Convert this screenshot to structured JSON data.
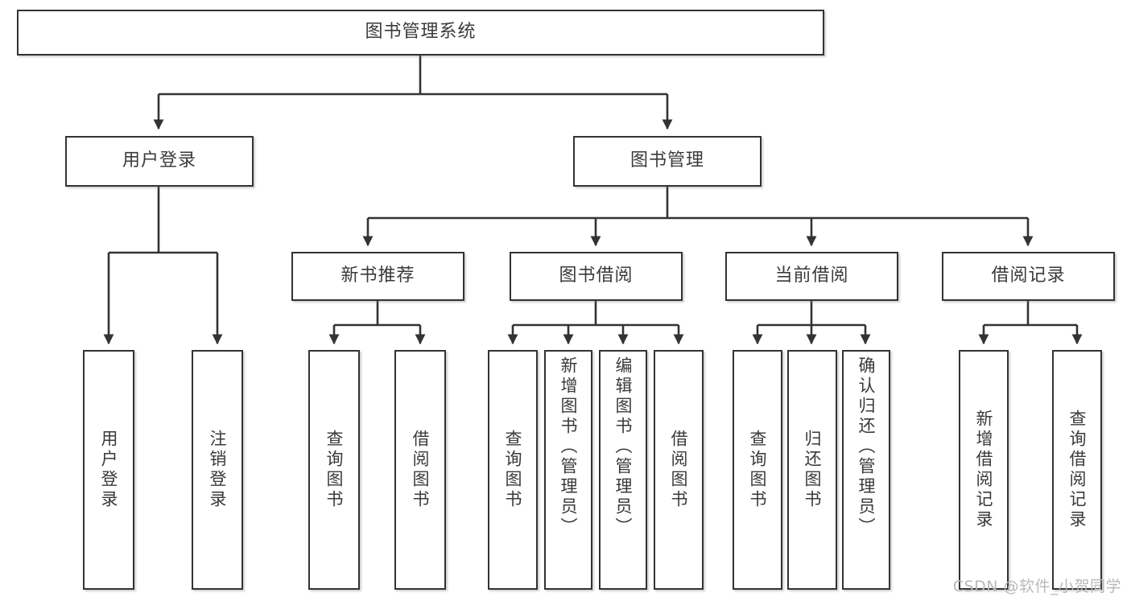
{
  "diagram": {
    "type": "tree",
    "title": "图书管理系统",
    "watermark": "CSDN @软件_小贺同学",
    "colors": {
      "box_border": "#333333",
      "box_fill": "#ffffff",
      "connector": "#333333",
      "text": "#3a3a3a",
      "watermark": "#b9b9b9",
      "background": "#ffffff"
    },
    "nodes": {
      "root": {
        "label": "图书管理系统",
        "level": 0
      },
      "user_login": {
        "label": "用户登录",
        "level": 1
      },
      "book_manage": {
        "label": "图书管理",
        "level": 1
      },
      "new_book_rec": {
        "label": "新书推荐",
        "level": 2
      },
      "book_borrow": {
        "label": "图书借阅",
        "level": 2
      },
      "current_borrow": {
        "label": "当前借阅",
        "level": 2
      },
      "borrow_record": {
        "label": "借阅记录",
        "level": 2
      },
      "leaf_user_login": {
        "label": "用户登录",
        "level": 3
      },
      "leaf_logout": {
        "label": "注销登录",
        "level": 3
      },
      "leaf_query_book_1": {
        "label": "查询图书",
        "level": 3
      },
      "leaf_borrow_book_1": {
        "label": "借阅图书",
        "level": 3
      },
      "leaf_query_book_2": {
        "label": "查询图书",
        "level": 3
      },
      "leaf_add_book": {
        "label": "新增图书（管理员）",
        "level": 3
      },
      "leaf_edit_book": {
        "label": "编辑图书（管理员）",
        "level": 3
      },
      "leaf_borrow_book_2": {
        "label": "借阅图书",
        "level": 3
      },
      "leaf_query_book_3": {
        "label": "查询图书",
        "level": 3
      },
      "leaf_return_book": {
        "label": "归还图书",
        "level": 3
      },
      "leaf_confirm_return": {
        "label": "确认归还（管理员）",
        "level": 3
      },
      "leaf_add_record": {
        "label": "新增借阅记录",
        "level": 3
      },
      "leaf_query_record": {
        "label": "查询借阅记录",
        "level": 3
      }
    },
    "edges": [
      {
        "from": "root",
        "to": "user_login"
      },
      {
        "from": "root",
        "to": "book_manage"
      },
      {
        "from": "user_login",
        "to": "leaf_user_login"
      },
      {
        "from": "user_login",
        "to": "leaf_logout"
      },
      {
        "from": "book_manage",
        "to": "new_book_rec"
      },
      {
        "from": "book_manage",
        "to": "book_borrow"
      },
      {
        "from": "book_manage",
        "to": "current_borrow"
      },
      {
        "from": "book_manage",
        "to": "borrow_record"
      },
      {
        "from": "new_book_rec",
        "to": "leaf_query_book_1"
      },
      {
        "from": "new_book_rec",
        "to": "leaf_borrow_book_1"
      },
      {
        "from": "book_borrow",
        "to": "leaf_query_book_2"
      },
      {
        "from": "book_borrow",
        "to": "leaf_add_book"
      },
      {
        "from": "book_borrow",
        "to": "leaf_edit_book"
      },
      {
        "from": "book_borrow",
        "to": "leaf_borrow_book_2"
      },
      {
        "from": "current_borrow",
        "to": "leaf_query_book_3"
      },
      {
        "from": "current_borrow",
        "to": "leaf_return_book"
      },
      {
        "from": "current_borrow",
        "to": "leaf_confirm_return"
      },
      {
        "from": "borrow_record",
        "to": "leaf_add_record"
      },
      {
        "from": "borrow_record",
        "to": "leaf_query_record"
      }
    ]
  }
}
